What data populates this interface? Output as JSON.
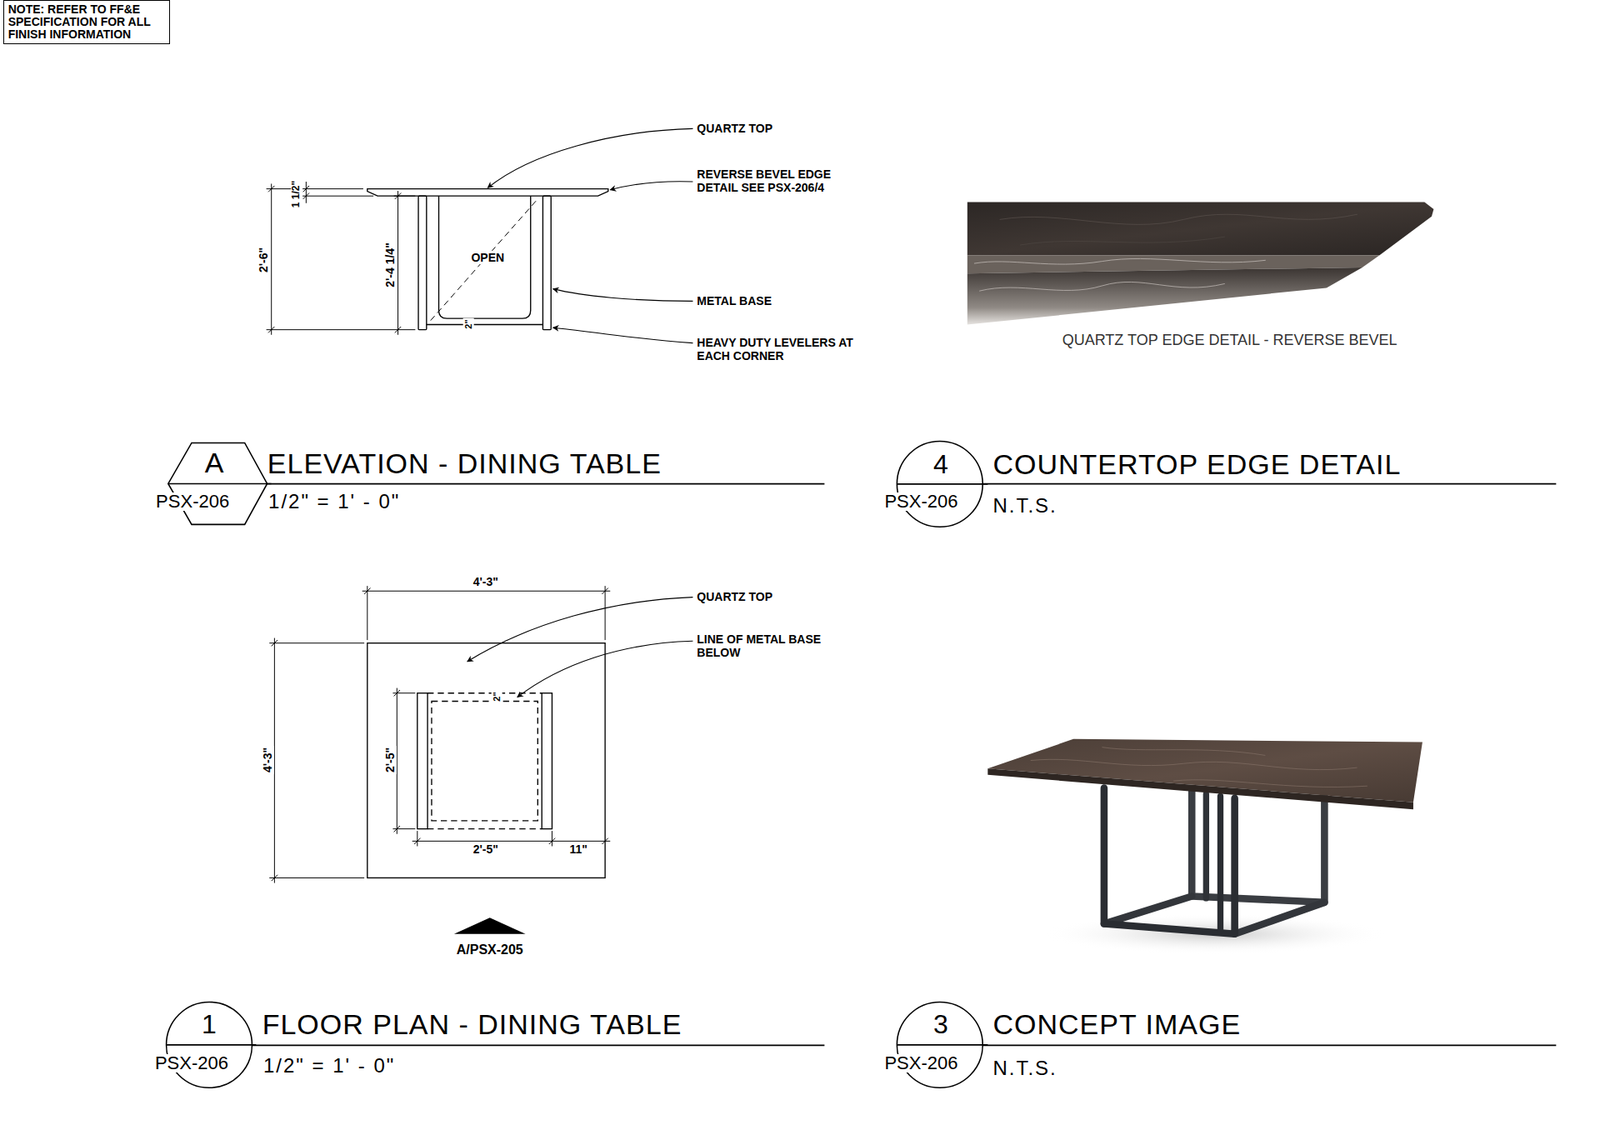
{
  "diagram": {
    "nodes": [
      {
        "text": [
          "NOTE: REFER TO FF&E SPECIFICATION FOR ALL FINISH INFORMATION"
        ]
      },
      {
        "text": [
          "A",
          "PSX-206"
        ]
      },
      {
        "text": [
          "4",
          "PSX-206"
        ]
      },
      {
        "text": [
          "1",
          "PSX-206"
        ]
      },
      {
        "text": [
          "3",
          "PSX-206"
        ]
      }
    ],
    "labels": [
      "QUARTZ TOP",
      "REVERSE BEVEL EDGE DETAIL SEE PSX-206/4",
      "METAL BASE",
      "HEAVY DUTY LEVELERS AT EACH CORNER",
      "1 1/2\"",
      "2'-6\"",
      "2'-4 1/4\"",
      "OPEN",
      "2\"",
      "ELEVATION - DINING TABLE",
      "1/2\" = 1' - 0\"",
      "QUARTZ TOP EDGE DETAIL - REVERSE BEVEL",
      "COUNTERTOP EDGE DETAIL",
      "N.T.S.",
      "QUARTZ TOP",
      "LINE OF METAL BASE BELOW",
      "4'-3\"",
      "4'-3\"",
      "2'-5\"",
      "2\"",
      "2'-5\"",
      "11\"",
      "A/PSX-205",
      "FLOOR PLAN - DINING TABLE",
      "1/2\" = 1' - 0\"",
      "CONCEPT IMAGE",
      "N.T.S."
    ]
  }
}
